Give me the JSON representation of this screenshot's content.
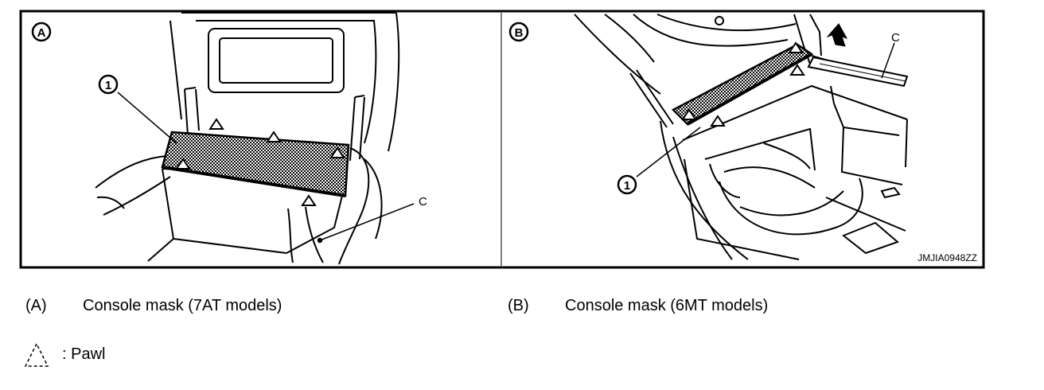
{
  "panels": [
    {
      "letter": "A",
      "callout": "1",
      "label_c": "C"
    },
    {
      "letter": "B",
      "callout": "1",
      "label_c": "C"
    }
  ],
  "figure_code": "JMJIA0948ZZ",
  "captions": [
    {
      "key": "(A)",
      "text": "Console mask (7AT models)"
    },
    {
      "key": "(B)",
      "text": "Console mask (6MT models)"
    }
  ],
  "legend": {
    "symbol": "pawl-triangle",
    "text": ": Pawl"
  }
}
